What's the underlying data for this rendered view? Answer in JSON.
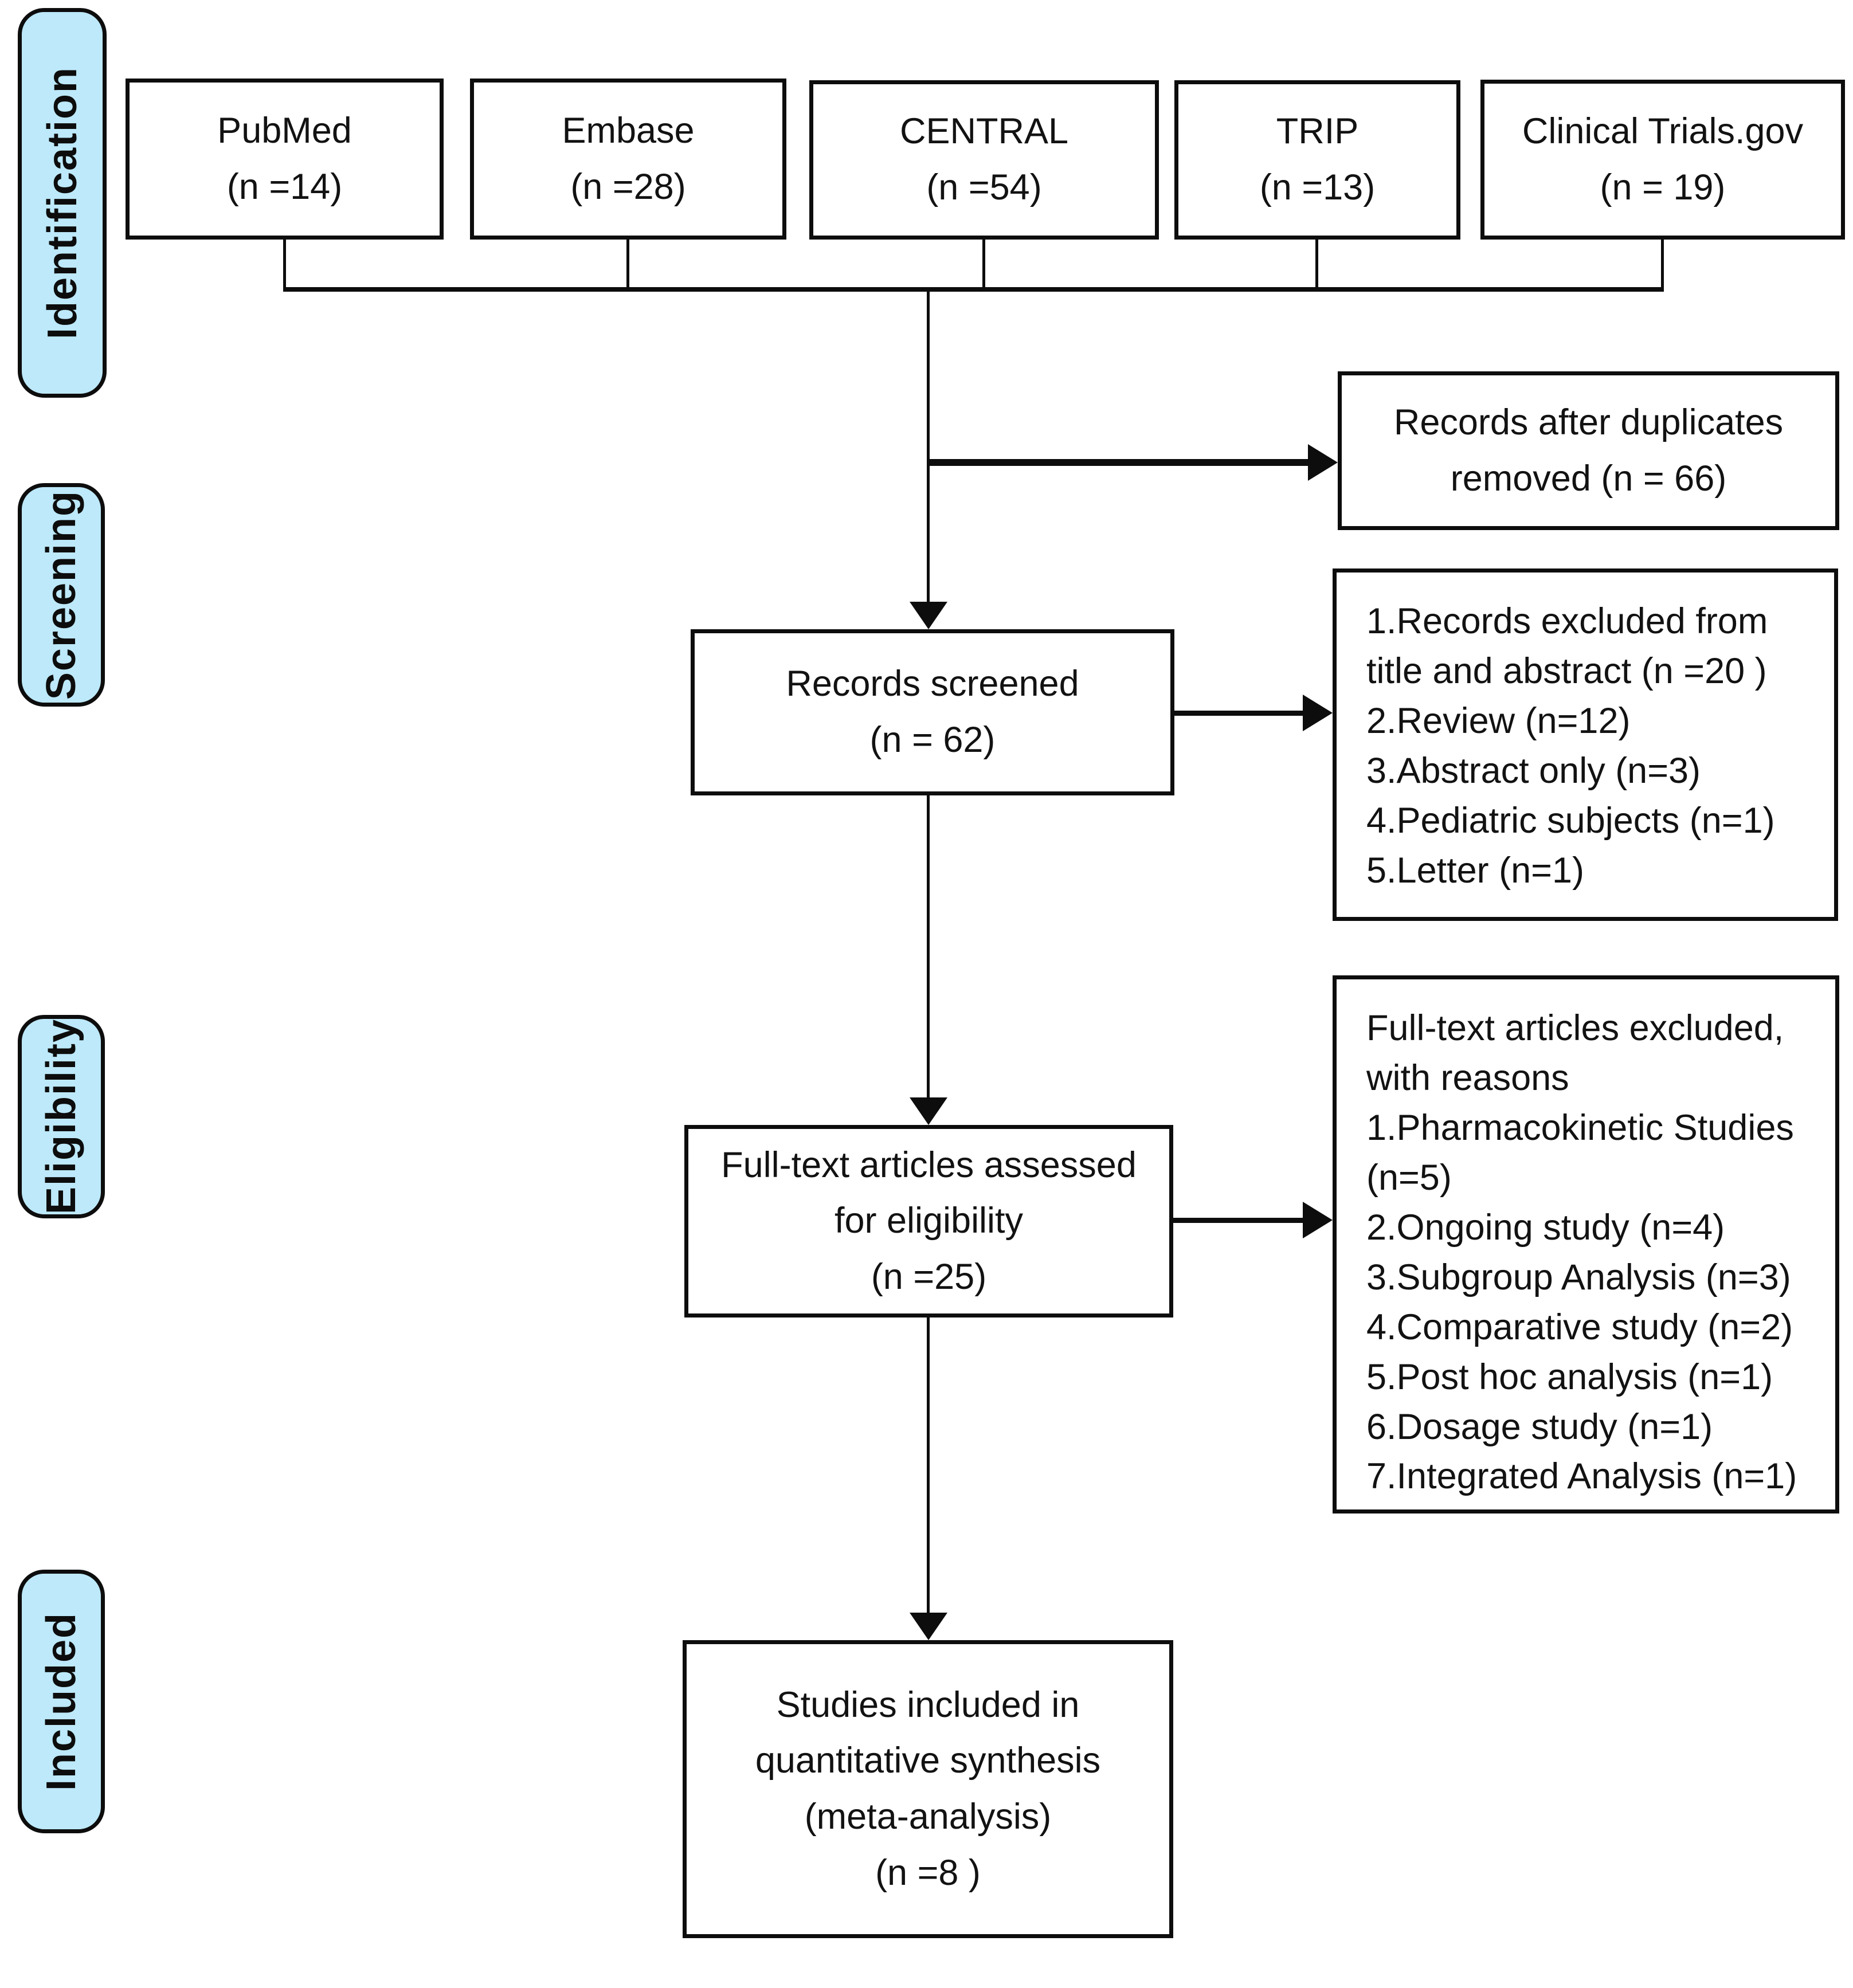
{
  "diagram": {
    "title": "PRISMA flow diagram",
    "colors": {
      "stage_fill": "#BDE9FA",
      "line_color": "#0d0d0d",
      "box_bg": "#ffffff"
    },
    "stages": {
      "identification": "Identification",
      "screening": "Screening",
      "eligibility": "Eligibility",
      "included": "Included"
    },
    "sources": [
      {
        "name": "PubMed",
        "count": "(n =14)"
      },
      {
        "name": "Embase",
        "count": "(n =28)"
      },
      {
        "name": "CENTRAL",
        "count": "(n =54)"
      },
      {
        "name": "TRIP",
        "count": "(n =13)"
      },
      {
        "name": "Clinical Trials.gov",
        "count": "(n = 19)"
      }
    ],
    "duplicates_removed": [
      "Records after duplicates",
      "removed (n = 66)"
    ],
    "records_screened": [
      "Records screened",
      "(n = 62)"
    ],
    "screening_exclusions": [
      "1.Records excluded from",
      "title and abstract (n =20 )",
      "2.Review (n=12)",
      "3.Abstract only (n=3)",
      "4.Pediatric subjects (n=1)",
      "5.Letter (n=1)"
    ],
    "fulltext_assessed": [
      "Full-text articles assessed",
      "for eligibility",
      "(n =25)"
    ],
    "fulltext_exclusions": [
      "Full-text articles excluded,",
      "with reasons",
      "1.Pharmacokinetic Studies",
      "(n=5)",
      "2.Ongoing study (n=4)",
      "3.Subgroup Analysis (n=3)",
      "4.Comparative study (n=2)",
      "5.Post hoc analysis (n=1)",
      "6.Dosage study (n=1)",
      "7.Integrated Analysis (n=1)"
    ],
    "included_synthesis": [
      "Studies included in",
      "quantitative synthesis",
      "(meta-analysis)",
      "(n =8  )"
    ]
  }
}
